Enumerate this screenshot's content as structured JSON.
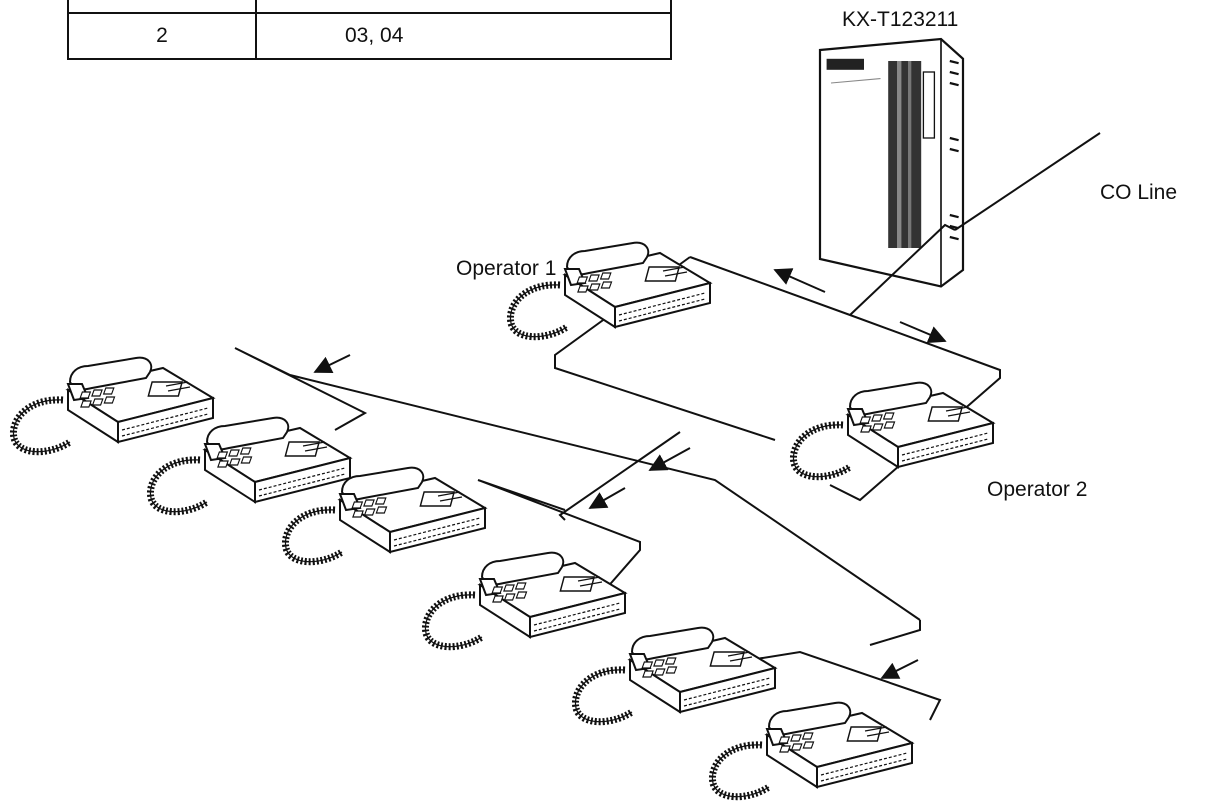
{
  "table": {
    "rows": [
      {
        "group": "",
        "members": ""
      },
      {
        "group": "2",
        "members": "03, 04"
      }
    ]
  },
  "labels": {
    "unit": "KX-T123211",
    "co_line": "CO Line",
    "operator1": "Operator 1",
    "operator2": "Operator 2"
  }
}
